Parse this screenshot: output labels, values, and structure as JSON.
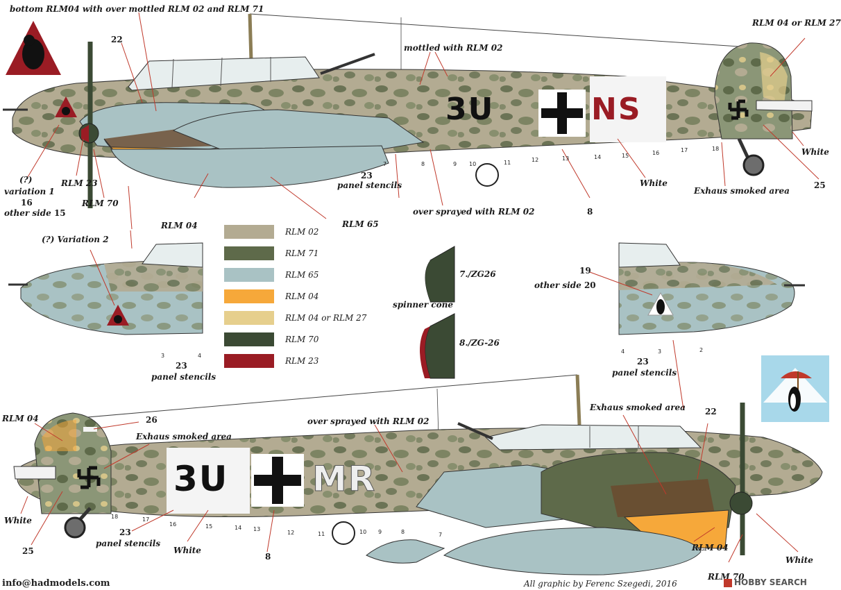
{
  "colors": {
    "rlm02": "#b3ab92",
    "rlm71": "#5e6a4a",
    "rlm65": "#a9c2c4",
    "rlm04": "#f6a83a",
    "rlm04_27": "#e6cf8d",
    "rlm70": "#3b4a34",
    "rlm23": "#9a1c24"
  },
  "legend": [
    {
      "label": "RLM 02",
      "color": "#b3ab92"
    },
    {
      "label": "RLM 71",
      "color": "#5e6a4a"
    },
    {
      "label": "RLM 65",
      "color": "#a9c2c4"
    },
    {
      "label": "RLM 04",
      "color": "#f6a83a"
    },
    {
      "label": "RLM 04 or RLM 27",
      "color": "#e6cf8d"
    },
    {
      "label": "RLM 70",
      "color": "#3b4a34"
    },
    {
      "label": "RLM 23",
      "color": "#9a1c24"
    }
  ],
  "top": {
    "code_left": "3U",
    "code_right": "NS",
    "labels": {
      "bottom_note": "bottom RLM04 with over mottled RLM 02 and RLM 71",
      "mottled": "mottled with RLM 02",
      "tail_color": "RLM 04 or RLM 27",
      "white_right": "White",
      "white_mid": "White",
      "exhaust": "Exhaus smoked area",
      "over_sprayed": "over sprayed with RLM 02",
      "panel_stencils": "panel stencils",
      "rlm65": "RLM 65",
      "rlm04": "RLM 04",
      "rlm23": "RLM 23",
      "rlm70": "RLM 70",
      "variation1": "variation 1",
      "q": "(?)",
      "other_side": "other side",
      "n22": "22",
      "n23": "23",
      "n8": "8",
      "n25": "25",
      "n16": "16",
      "n15": "15"
    }
  },
  "middle": {
    "variation2": "(?) Variation 2",
    "panel_stencils": "panel stencils",
    "n23": "23",
    "spinner_cone": "spinner cone",
    "unit1": "7./ZG26",
    "unit2": "8./ZG-26",
    "other_side": "other side",
    "n19": "19",
    "n20": "20",
    "panel_stencils_r": "panel stencils",
    "n23r": "23"
  },
  "bottom": {
    "code_left": "3U",
    "code_right": "MR",
    "labels": {
      "rlm04_tail": "RLM 04",
      "n26": "26",
      "exhaust_left": "Exhaus smoked area",
      "over_sprayed": "over sprayed with RLM 02",
      "exhaust_right": "Exhaus smoked area",
      "n22": "22",
      "white_left": "White",
      "white_mid": "White",
      "white_right": "White",
      "panel_stencils": "panel stencils",
      "n23": "23",
      "n25": "25",
      "n8": "8",
      "rlm04_eng": "RLM 04",
      "rlm70": "RLM 70"
    }
  },
  "footer": {
    "email": "info@hadmodels.com",
    "credit": "All graphic by Ferenc Szegedi, 2016",
    "watermark": "HOBBY SEARCH"
  }
}
